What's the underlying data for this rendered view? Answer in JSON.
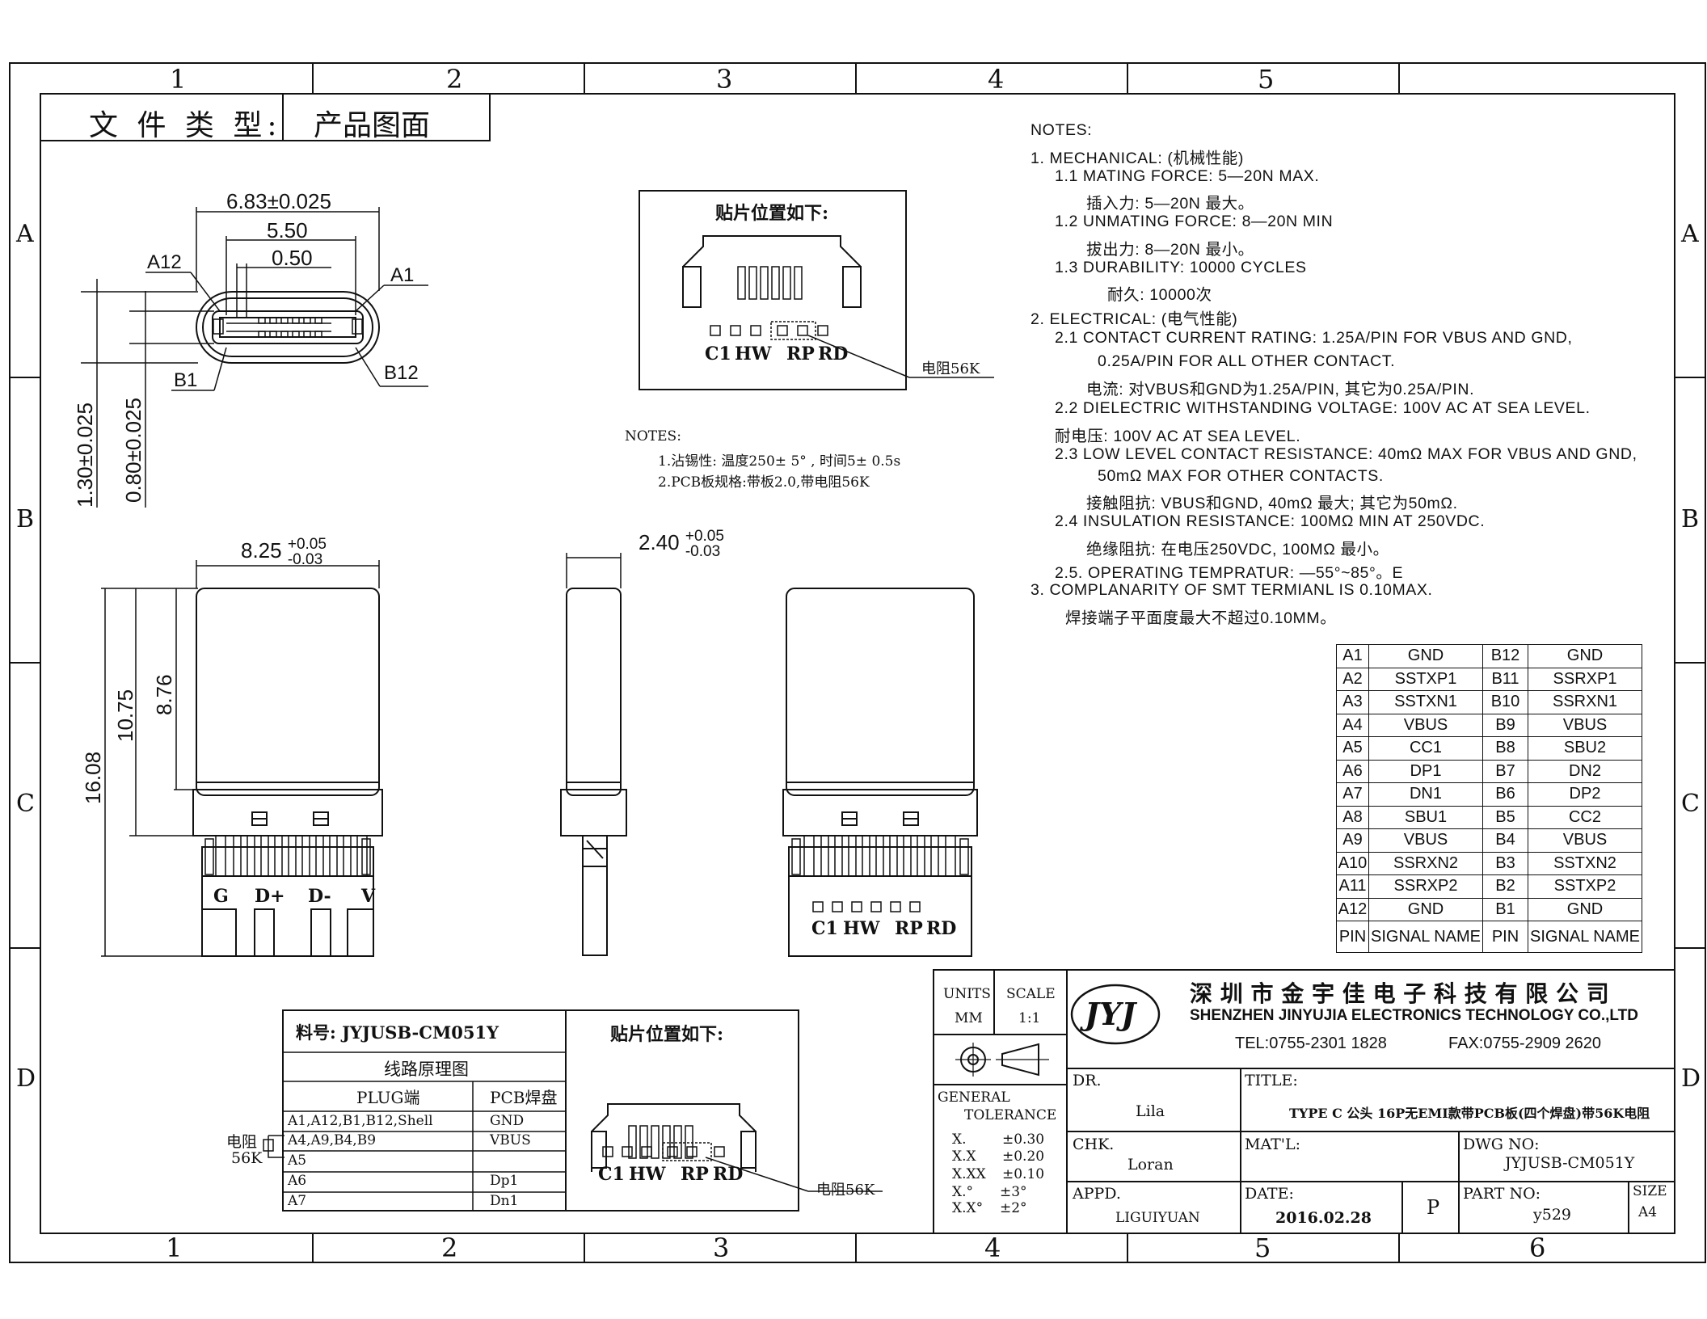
{
  "frame": {
    "columns": [
      "1",
      "2",
      "3",
      "4",
      "5",
      "6"
    ],
    "rows": [
      "A",
      "B",
      "C",
      "D"
    ]
  },
  "doc_type": {
    "label": "文 件 类 型:",
    "value": "产品图面"
  },
  "dimensions": {
    "top_width": "6.83±0.025",
    "inner_width": "5.50",
    "pitch": "0.50",
    "pin_a12": "A12",
    "pin_a1": "A1",
    "pin_b1": "B1",
    "pin_b12": "B12",
    "height_outer": "1.30±0.025",
    "height_inner": "0.80±0.025",
    "body_width": "8.25",
    "body_width_tol_plus": "+0.05",
    "body_width_tol_minus": "-0.03",
    "side_width": "2.40",
    "side_width_tol_plus": "+0.05",
    "side_width_tol_minus": "-0.03",
    "len_total": "16.08",
    "len_mid": "10.75",
    "len_shell": "8.76"
  },
  "pcb_labels": {
    "g": "G",
    "dp": "D+",
    "dm": "D-",
    "v": "V"
  },
  "pad_labels": {
    "c1": "C1",
    "hw": "HW",
    "rp": "RP",
    "rd": "RD"
  },
  "placement_box": {
    "title": "贴片位置如下:",
    "resistor": "电阻56K"
  },
  "mid_notes": {
    "title": "NOTES:",
    "line1": "1.沾锡性: 温度250± 5° , 时间5± 0.5s",
    "line2": "2.PCB板规格:带板2.0,带电阻56K"
  },
  "notes": {
    "l0": "NOTES:",
    "l1": "1. MECHANICAL: (机械性能)",
    "l2": "1.1  MATING  FORCE:  5—20N  MAX.",
    "l3": "插入力: 5—20N  最大。",
    "l4": "1.2  UNMATING  FORCE:  8—20N  MIN",
    "l5": "拔出力: 8—20N  最小。",
    "l6": "1.3  DURABILITY:  10000  CYCLES",
    "l7": "耐久: 10000次",
    "l8": "2. ELECTRICAL: (电气性能)",
    "l9": "2.1  CONTACT  CURRENT  RATING:  1.25A/PIN  FOR  VBUS  AND  GND,",
    "l10": "0.25A/PIN  FOR  ALL  OTHER  CONTACT.",
    "l11": "电流: 对VBUS和GND为1.25A/PIN, 其它为0.25A/PIN.",
    "l12": "2.2  DIELECTRIC  WITHSTANDING  VOLTAGE:  100V  AC  AT  SEA  LEVEL.",
    "l13": "耐电压: 100V  AC  AT  SEA  LEVEL.",
    "l14": "2.3  LOW  LEVEL  CONTACT  RESISTANCE:  40mΩ  MAX  FOR  VBUS  AND  GND,",
    "l15": "50mΩ  MAX  FOR  OTHER  CONTACTS.",
    "l16": "接触阻抗: VBUS和GND, 40mΩ  最大; 其它为50mΩ.",
    "l17": "2.4  INSULATION  RESISTANCE:  100MΩ  MIN  AT  250VDC.",
    "l18": "绝缘阻抗: 在电压250VDC, 100MΩ  最小。",
    "l19": "2.5.  OPERATING  TEMPRATUR:  —55°~85°。E",
    "l20": "3. COMPLANARITY  OF  SMT  TERMIANL  IS  0.10MAX.",
    "l21": "焊接端子平面度最大不超过0.10MM。"
  },
  "pin_table": {
    "rows": [
      [
        "A1",
        "GND",
        "B12",
        "GND"
      ],
      [
        "A2",
        "SSTXP1",
        "B11",
        "SSRXP1"
      ],
      [
        "A3",
        "SSTXN1",
        "B10",
        "SSRXN1"
      ],
      [
        "A4",
        "VBUS",
        "B9",
        "VBUS"
      ],
      [
        "A5",
        "CC1",
        "B8",
        "SBU2"
      ],
      [
        "A6",
        "DP1",
        "B7",
        "DN2"
      ],
      [
        "A7",
        "DN1",
        "B6",
        "DP2"
      ],
      [
        "A8",
        "SBU1",
        "B5",
        "CC2"
      ],
      [
        "A9",
        "VBUS",
        "B4",
        "VBUS"
      ],
      [
        "A10",
        "SSRXN2",
        "B3",
        "SSTXN2"
      ],
      [
        "A11",
        "SSRXP2",
        "B2",
        "SSTXP2"
      ],
      [
        "A12",
        "GND",
        "B1",
        "GND"
      ]
    ],
    "header": [
      "PIN",
      "SIGNAL NAME",
      "PIN",
      "SIGNAL NAME"
    ]
  },
  "circuit": {
    "part_no": "料号: JYJUSB-CM051Y",
    "title": "线路原理图",
    "col1": "PLUG端",
    "col2": "PCB焊盘",
    "rows": [
      [
        "A1,A12,B1,B12,Shell",
        "GND"
      ],
      [
        "A4,A9,B4,B9",
        "VBUS"
      ],
      [
        "A5",
        ""
      ],
      [
        "A6",
        "Dp1"
      ],
      [
        "A7",
        "Dn1"
      ]
    ],
    "resistor": "电阻",
    "resistor_val": "56K"
  },
  "title_block": {
    "units_label": "UNITS",
    "units_value": "MM",
    "scale_label": "SCALE",
    "scale_value": "1:1",
    "company_cn": "深 圳 市 金 宇 佳 电 子 科 技 有 限 公 司",
    "company_en": "SHENZHEN JINYUJIA ELECTRONICS TECHNOLOGY CO.,LTD",
    "tel": "TEL:0755-2301 1828",
    "fax": "FAX:0755-2909 2620",
    "general": "GENERAL",
    "tolerance": "TOLERANCE",
    "tol1_k": "X.",
    "tol1_v": "±0.30",
    "tol2_k": "X.X",
    "tol2_v": "±0.20",
    "tol3_k": "X.XX",
    "tol3_v": "±0.10",
    "tol4_k": "X.°",
    "tol4_v": "±3°",
    "tol5_k": "X.X°",
    "tol5_v": "±2°",
    "dr_label": "DR.",
    "dr_value": "Lila",
    "chk_label": "CHK.",
    "chk_value": "Loran",
    "appd_label": "APPD.",
    "appd_value": "LIGUIYUAN",
    "title_label": "TITLE:",
    "title_value": "TYPE C 公头 16P无EMI款带PCB板(四个焊盘)带56K电阻",
    "matl_label": "MAT'L:",
    "dwg_label": "DWG NO:",
    "dwg_value": "JYJUSB-CM051Y",
    "date_label": "DATE:",
    "date_value": "2016.02.28",
    "rev": "P",
    "part_label": "PART NO:",
    "part_value": "y529",
    "size_label": "SIZE",
    "size_value": "A4",
    "logo": "JYJ"
  }
}
